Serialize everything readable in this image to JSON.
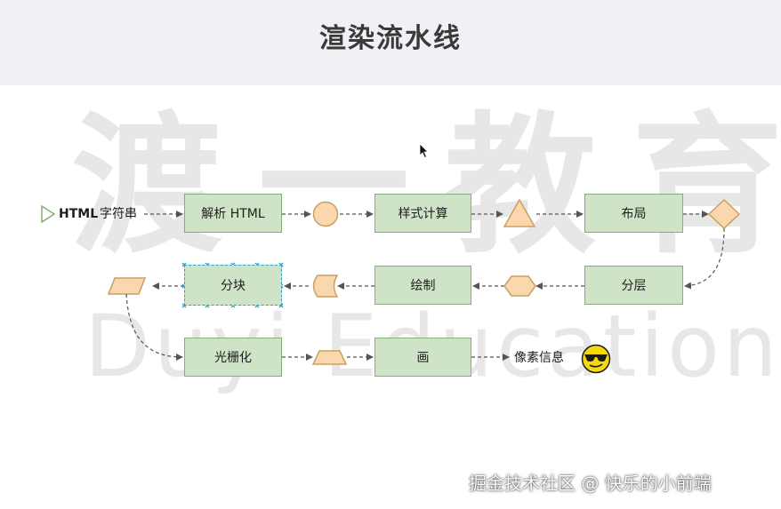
{
  "page": {
    "title": "渲染流水线",
    "watermark_cn": "渡一教育",
    "watermark_en": "Duyi Education",
    "credit": "掘金技术社区 @ 快乐的小前端"
  },
  "diagram": {
    "input_label": "HTML",
    "input_label_sub": "字符串",
    "nodes": {
      "parse_html": "解析 HTML",
      "style_calc": "样式计算",
      "layout": "布局",
      "layering": "分层",
      "paint": "绘制",
      "tiling": "分块",
      "raster": "光栅化",
      "draw": "画",
      "output": "像素信息"
    }
  },
  "colors": {
    "box_fill": "#cfe3c6",
    "box_border": "#86ad7a",
    "shape_fill": "#fad7ac",
    "shape_border": "#c8a063",
    "arrow": "#555555",
    "selection": "#2a9fd6"
  },
  "icons": [
    "play-triangle-icon",
    "sunglasses-emoji-icon",
    "mouse-cursor-icon"
  ]
}
